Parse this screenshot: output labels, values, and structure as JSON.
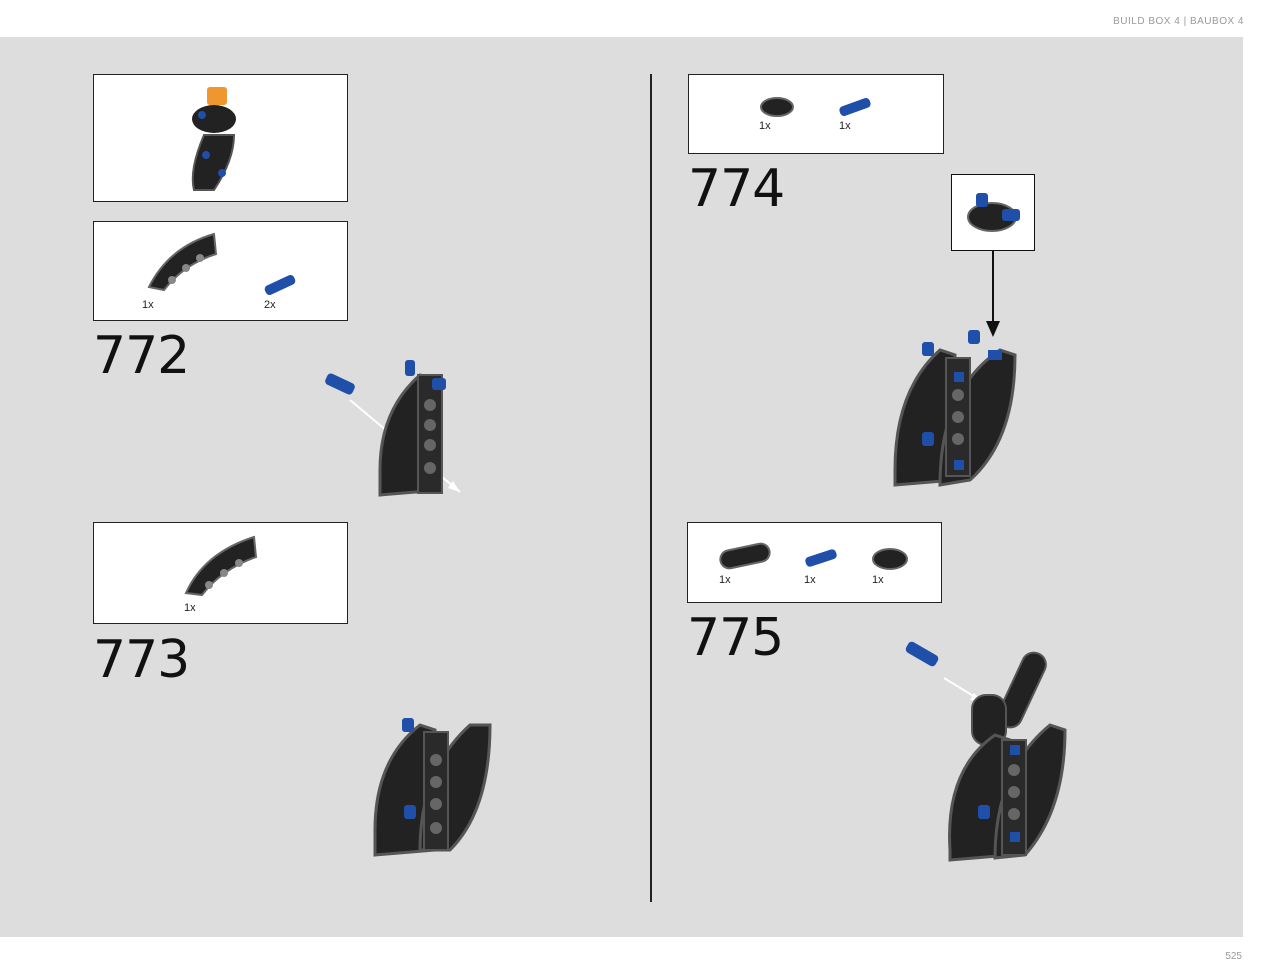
{
  "header": {
    "text": "BUILD BOX 4  |  BAUBOX 4"
  },
  "page_number": "525",
  "steps": [
    {
      "number": "772",
      "parts": [
        {
          "qty": "1x",
          "icon": "curved-liftarm-icon"
        },
        {
          "qty": "2x",
          "icon": "blue-axle-pin-icon"
        }
      ]
    },
    {
      "number": "773",
      "parts": [
        {
          "qty": "1x",
          "icon": "curved-liftarm-icon"
        }
      ]
    },
    {
      "number": "774",
      "parts": [
        {
          "qty": "1x",
          "icon": "short-liftarm-icon"
        },
        {
          "qty": "1x",
          "icon": "blue-axle-pin-icon"
        }
      ]
    },
    {
      "number": "775",
      "parts": [
        {
          "qty": "1x",
          "icon": "liftarm-3-icon"
        },
        {
          "qty": "1x",
          "icon": "blue-axle-pin-icon"
        },
        {
          "qty": "1x",
          "icon": "short-liftarm-icon"
        }
      ]
    }
  ],
  "colors": {
    "background": "#dcdddc",
    "part_dark": "#1f1f1f",
    "part_blue": "#1f4fa8",
    "part_orange": "#f0962e"
  }
}
